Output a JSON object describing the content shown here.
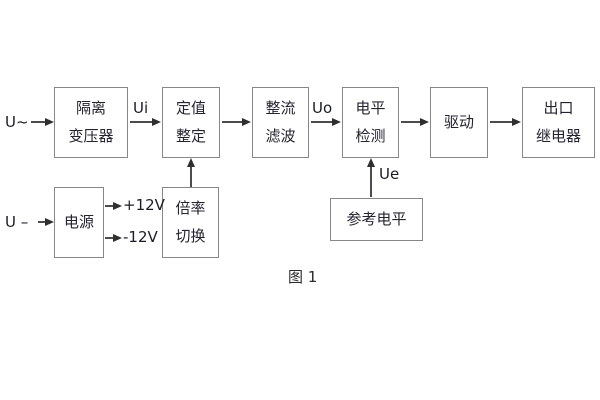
{
  "figure": {
    "caption": "图 1",
    "colors": {
      "background": "#ffffff",
      "box_border": "#878787",
      "text": "#242430",
      "arrow": "#2f2f2f"
    }
  },
  "blocks": {
    "isolation_transformer": {
      "line1": "隔离",
      "line2": "变压器"
    },
    "value_setting": {
      "line1": "定值",
      "line2": "整定"
    },
    "rectify_filter": {
      "line1": "整流",
      "line2": "滤波"
    },
    "level_detect": {
      "line1": "电平",
      "line2": "检测"
    },
    "drive": {
      "line1": "驱动"
    },
    "output_relay": {
      "line1": "出口",
      "line2": "继电器"
    },
    "power_supply": {
      "line1": "电源"
    },
    "ratio_switch": {
      "line1": "倍率",
      "line2": "切换"
    },
    "reference_level": {
      "line1": "参考电平"
    }
  },
  "signals": {
    "input_ac": "U~",
    "input_dc": "U –",
    "ui": "Ui",
    "uo": "Uo",
    "ue": "Ue",
    "plus_12v": "+12V",
    "minus_12v": "-12V"
  }
}
